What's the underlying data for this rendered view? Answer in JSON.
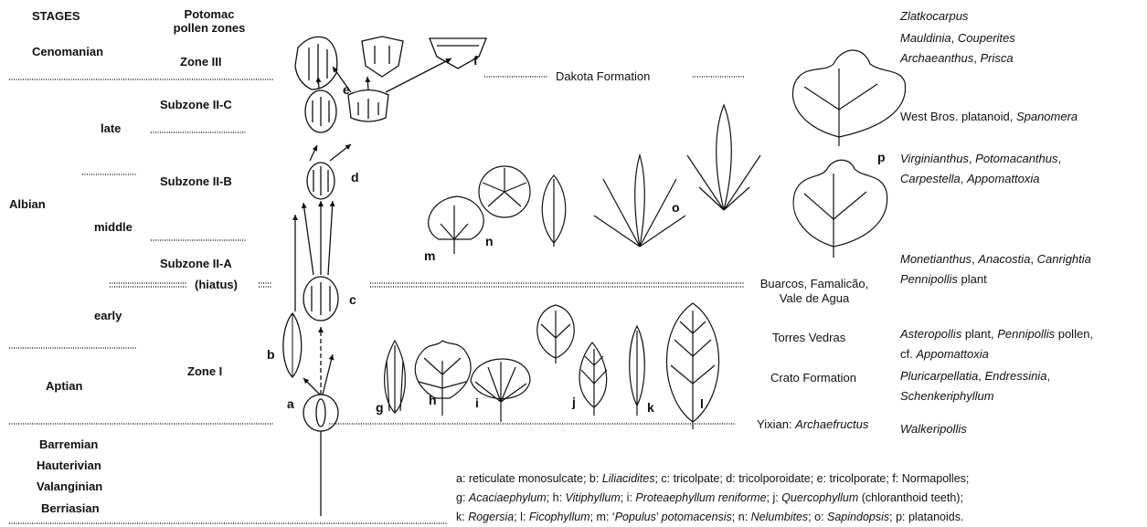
{
  "headers": {
    "stages": "STAGES",
    "zones": "Potomac\npollen zones"
  },
  "stages": {
    "cenomanian": "Cenomanian",
    "late": "late",
    "albian": "Albian",
    "middle": "middle",
    "early": "early",
    "aptian": "Aptian",
    "barremian": "Barremian",
    "hauterivian": "Hauterivian",
    "valanginian": "Valanginian",
    "berriasian": "Berriasian"
  },
  "zones": {
    "zone3": "Zone III",
    "sub2c": "Subzone II-C",
    "sub2b": "Subzone II-B",
    "sub2a": "Subzone II-A",
    "hiatus": "(hiatus)",
    "zone1": "Zone I"
  },
  "formations": {
    "dakota": "Dakota Formation",
    "buarcos": "Buarcos, Famalicão,\nVale de Agua",
    "torres": "Torres Vedras",
    "crato": "Crato Formation",
    "yixian_prefix": "Yixian: ",
    "yixian_taxon": "Archaefructus"
  },
  "taxa": [
    {
      "parts": [
        {
          "t": "Zlatkocarpus",
          "i": true
        }
      ]
    },
    {
      "parts": [
        {
          "t": "Mauldinia",
          "i": true
        },
        {
          "t": ", ",
          "i": false
        },
        {
          "t": "Couperites",
          "i": true
        }
      ]
    },
    {
      "parts": [
        {
          "t": "Archaeanthus",
          "i": true
        },
        {
          "t": ", ",
          "i": false
        },
        {
          "t": "Prisca",
          "i": true
        }
      ]
    },
    {
      "parts": [
        {
          "t": "West Bros. platanoid, ",
          "i": false
        },
        {
          "t": "Spanomera",
          "i": true
        }
      ]
    },
    {
      "parts": [
        {
          "t": "Virginianthus",
          "i": true
        },
        {
          "t": ", ",
          "i": false
        },
        {
          "t": "Potomacanthus",
          "i": true
        },
        {
          "t": ",",
          "i": false
        }
      ]
    },
    {
      "parts": [
        {
          "t": "Carpestella",
          "i": true
        },
        {
          "t": ", ",
          "i": false
        },
        {
          "t": "Appomattoxia",
          "i": true
        }
      ]
    },
    {
      "parts": [
        {
          "t": "Monetianthus",
          "i": true
        },
        {
          "t": ", ",
          "i": false
        },
        {
          "t": "Anacostia",
          "i": true
        },
        {
          "t": ", ",
          "i": false
        },
        {
          "t": "Canrightia",
          "i": true
        }
      ]
    },
    {
      "parts": [
        {
          "t": "Pennipollis",
          "i": true
        },
        {
          "t": " plant",
          "i": false
        }
      ]
    },
    {
      "parts": [
        {
          "t": "Asteropollis",
          "i": true
        },
        {
          "t": " plant, ",
          "i": false
        },
        {
          "t": "Pennipollis",
          "i": true
        },
        {
          "t": " pollen,",
          "i": false
        }
      ]
    },
    {
      "parts": [
        {
          "t": "cf. ",
          "i": false
        },
        {
          "t": "Appomattoxia",
          "i": true
        }
      ]
    },
    {
      "parts": [
        {
          "t": "Pluricarpellatia",
          "i": true
        },
        {
          "t": ", ",
          "i": false
        },
        {
          "t": "Endressinia",
          "i": true
        },
        {
          "t": ",",
          "i": false
        }
      ]
    },
    {
      "parts": [
        {
          "t": "Schenkeriphyllum",
          "i": true
        }
      ]
    },
    {
      "parts": [
        {
          "t": "Walkeripollis",
          "i": true
        }
      ]
    }
  ],
  "letters": [
    "a",
    "b",
    "c",
    "d",
    "e",
    "f",
    "g",
    "h",
    "i",
    "j",
    "k",
    "l",
    "m",
    "n",
    "o",
    "p"
  ],
  "legend": [
    [
      {
        "t": "a: reticulate monosulcate; b: ",
        "i": false
      },
      {
        "t": "Liliacidites",
        "i": true
      },
      {
        "t": "; c: tricolpate; d: tricolporoidate; e: tricolporate; f: Normapolles;",
        "i": false
      }
    ],
    [
      {
        "t": "g: ",
        "i": false
      },
      {
        "t": "Acaciaephylum",
        "i": true
      },
      {
        "t": "; h: ",
        "i": false
      },
      {
        "t": "Vitiphyllum",
        "i": true
      },
      {
        "t": "; i: ",
        "i": false
      },
      {
        "t": "Proteaephyllum reniforme",
        "i": true
      },
      {
        "t": "; j: ",
        "i": false
      },
      {
        "t": "Quercophyllum",
        "i": true
      },
      {
        "t": " (chloranthoid teeth);",
        "i": false
      }
    ],
    [
      {
        "t": "k: ",
        "i": false
      },
      {
        "t": "Rogersia",
        "i": true
      },
      {
        "t": "; l: ",
        "i": false
      },
      {
        "t": "Ficophyllum",
        "i": true
      },
      {
        "t": "; m: ‘",
        "i": false
      },
      {
        "t": "Populus",
        "i": true
      },
      {
        "t": "’ ",
        "i": false
      },
      {
        "t": "potomacensis",
        "i": true
      },
      {
        "t": "; n: ",
        "i": false
      },
      {
        "t": "Nelumbites",
        "i": true
      },
      {
        "t": "; o: ",
        "i": false
      },
      {
        "t": "Sapindopsis",
        "i": true
      },
      {
        "t": "; p: platanoids.",
        "i": false
      }
    ]
  ]
}
